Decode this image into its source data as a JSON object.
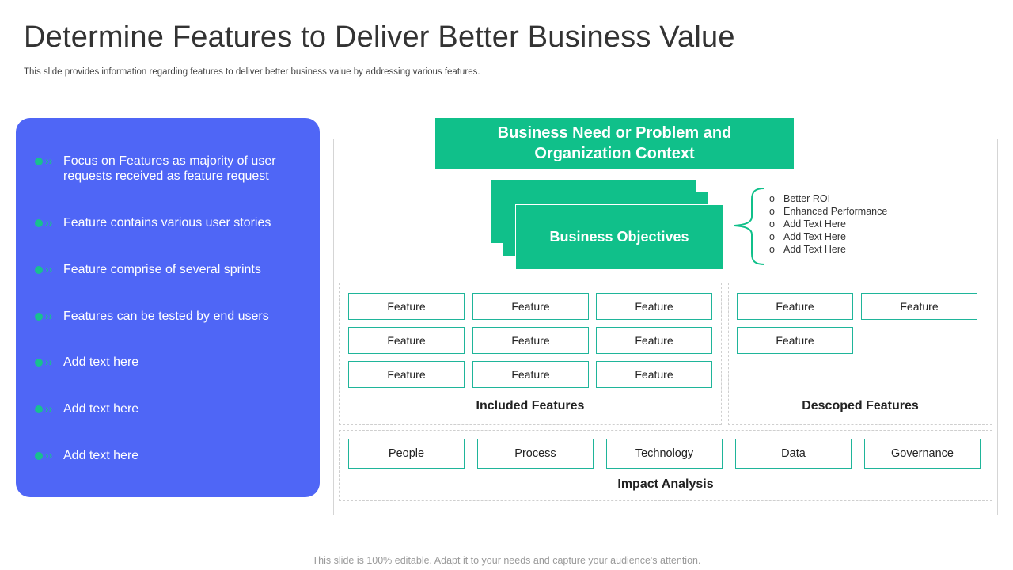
{
  "header": {
    "title": "Determine Features to Deliver Better Business Value",
    "subtitle": "This slide provides information regarding features to deliver better business value by addressing various features."
  },
  "left_panel": {
    "bullets": [
      "Focus on Features as majority of user requests received as feature request",
      "Feature contains various user stories",
      "Feature comprise of several sprints",
      "Features can be tested by end users",
      "Add text here",
      "Add text here",
      "Add text here"
    ]
  },
  "diagram": {
    "need_box": "Business Need or Problem and Organization Context",
    "objectives_box": "Business Objectives",
    "objectives_list": [
      "Better ROI",
      "Enhanced Performance",
      "Add Text Here",
      "Add Text Here",
      "Add Text Here"
    ],
    "list_marker": "o",
    "included": {
      "label": "Included Features",
      "items": [
        "Feature",
        "Feature",
        "Feature",
        "Feature",
        "Feature",
        "Feature",
        "Feature",
        "Feature",
        "Feature"
      ]
    },
    "descoped": {
      "label": "Descoped Features",
      "items": [
        "Feature",
        "Feature",
        "Feature"
      ]
    },
    "impact": {
      "label": "Impact Analysis",
      "items": [
        "People",
        "Process",
        "Technology",
        "Data",
        "Governance"
      ]
    }
  },
  "footer": {
    "text": "This slide is 100% editable. Adapt it to your needs and capture your audience's attention."
  },
  "colors": {
    "panel_blue": "#4f66f6",
    "accent_green": "#10c08a",
    "box_border": "#1fb59a"
  }
}
